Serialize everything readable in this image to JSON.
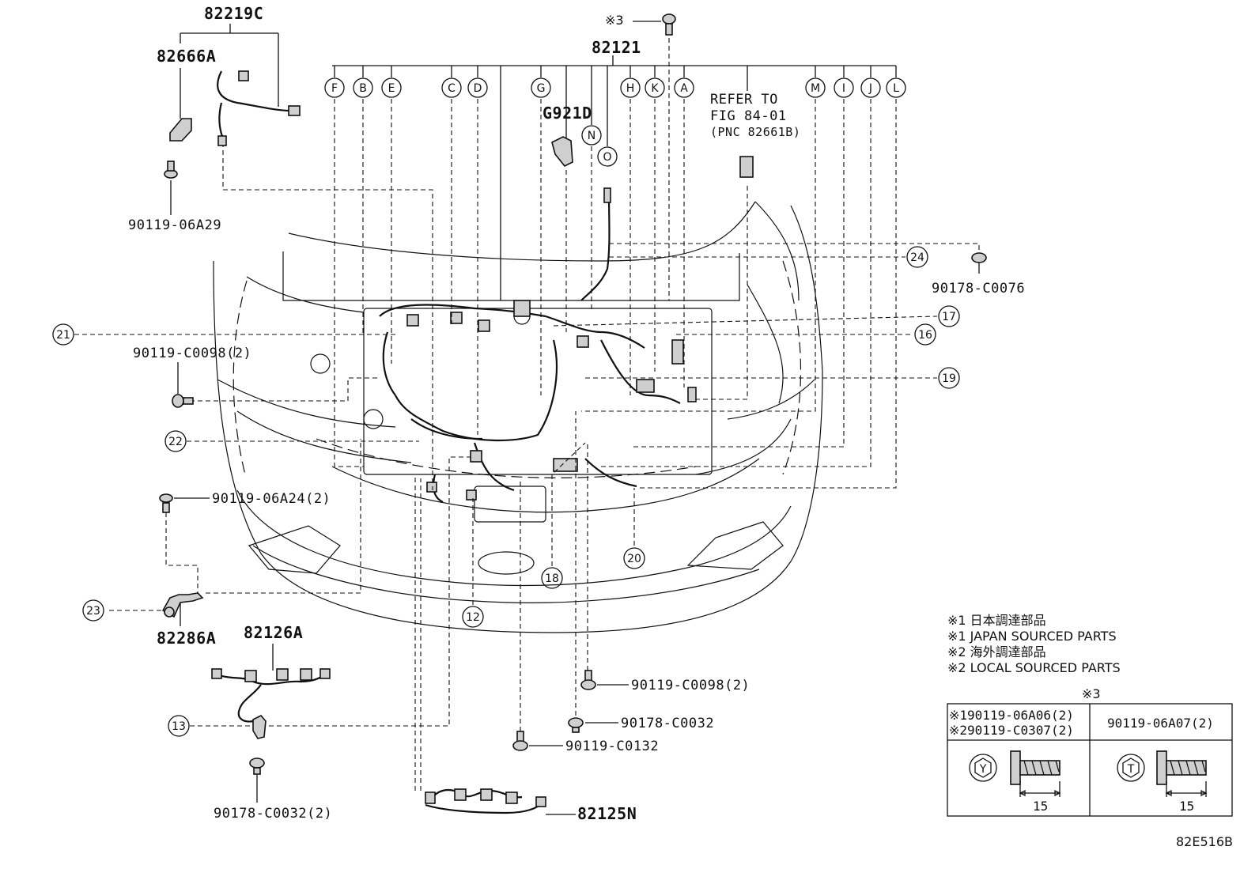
{
  "diagram_id": "82E516B",
  "part_numbers": {
    "p82219C": "82219C",
    "p82666A": "82666A",
    "p82121": "82121",
    "pG921D": "G921D",
    "p90119_06A29": "90119-06A29",
    "p90178_C0076": "90178-C0076",
    "p90119_C0098_left": "90119-C0098(2)",
    "p90119_06A24": "90119-06A24(2)",
    "p82286A": "82286A",
    "p82126A": "82126A",
    "p90178_C0032_2": "90178-C0032(2)",
    "p82125N": "82125N",
    "p90119_C0098_bottom": "90119-C0098(2)",
    "p90178_C0032": "90178-C0032",
    "p90119_C0132": "90119-C0132"
  },
  "refer": {
    "line1": "REFER TO",
    "line2": "FIG 84-01",
    "line3": "(PNC 82661B)"
  },
  "top_mark": "※3",
  "letter_callouts": [
    "F",
    "B",
    "E",
    "C",
    "D",
    "G",
    "N",
    "O",
    "H",
    "K",
    "A",
    "M",
    "I",
    "J",
    "L"
  ],
  "number_callouts": [
    "24",
    "17",
    "16",
    "19",
    "21",
    "22",
    "20",
    "18",
    "12",
    "23",
    "13"
  ],
  "notes": [
    "※1 日本調達部品",
    "※1 JAPAN SOURCED PARTS",
    "※2 海外調達部品",
    "※2 LOCAL SOURCED PARTS"
  ],
  "table": {
    "caption": "※3",
    "left_row1": "※190119-06A06(2)",
    "left_row2": "※290119-C0307(2)",
    "right_row1": "90119-06A07(2)",
    "left_symbol": "Y",
    "right_symbol": "T",
    "left_dim": "15",
    "right_dim": "15"
  }
}
